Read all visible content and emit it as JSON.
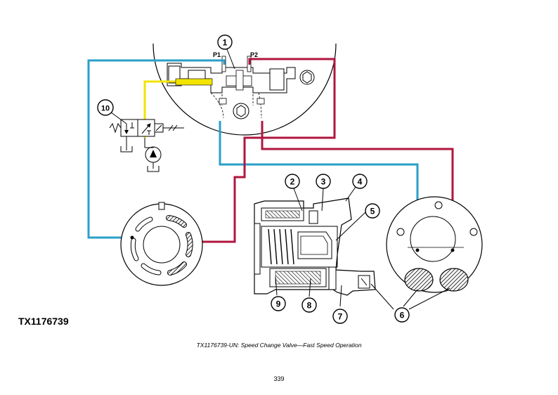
{
  "figure_id": "TX1176739",
  "caption": "TX1176739-UN: Speed Change Valve—Fast Speed Operation",
  "page_number": "339",
  "ports": {
    "p1": "P1",
    "p2": "P2"
  },
  "callouts": [
    "1",
    "2",
    "3",
    "4",
    "5",
    "6",
    "7",
    "8",
    "9",
    "10"
  ],
  "colors": {
    "blue_line": "#2a9fc9",
    "red_line": "#b0163f",
    "yellow_line": "#f2e400",
    "outline": "#000000"
  }
}
